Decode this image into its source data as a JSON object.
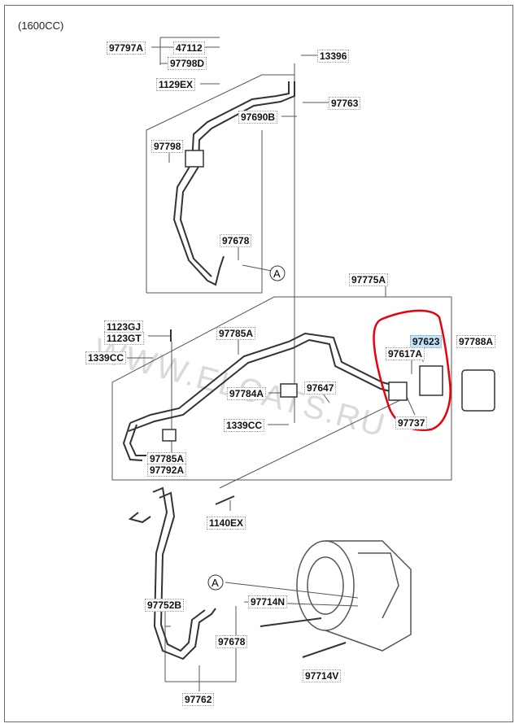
{
  "engine_label": "(1600CC)",
  "watermark": "WWW.ELCATS.RU",
  "callout_letter": "A",
  "parts": {
    "p97797A": "97797A",
    "p47112": "47112",
    "p97798D": "97798D",
    "p1129EX": "1129EX",
    "p13396": "13396",
    "p97763": "97763",
    "p97690B": "97690B",
    "p97798": "97798",
    "p97678_top": "97678",
    "p97775A": "97775A",
    "p1123GJ": "1123GJ",
    "p1123GT": "1123GT",
    "p1339CC_left": "1339CC",
    "p97785A_top": "97785A",
    "p97784A": "97784A",
    "p97647": "97647",
    "p1339CC_mid": "1339CC",
    "p97623": "97623",
    "p97617A": "97617A",
    "p97788A": "97788A",
    "p97737": "97737",
    "p97785A_bot": "97785A",
    "p97792A": "97792A",
    "p1140EX": "1140EX",
    "p97752B": "97752B",
    "p97714N": "97714N",
    "p97678_bot": "97678",
    "p97714V": "97714V",
    "p97762": "97762"
  },
  "colors": {
    "highlight_circle": "#e8000b",
    "label_highlight": "#bfe3f7"
  }
}
